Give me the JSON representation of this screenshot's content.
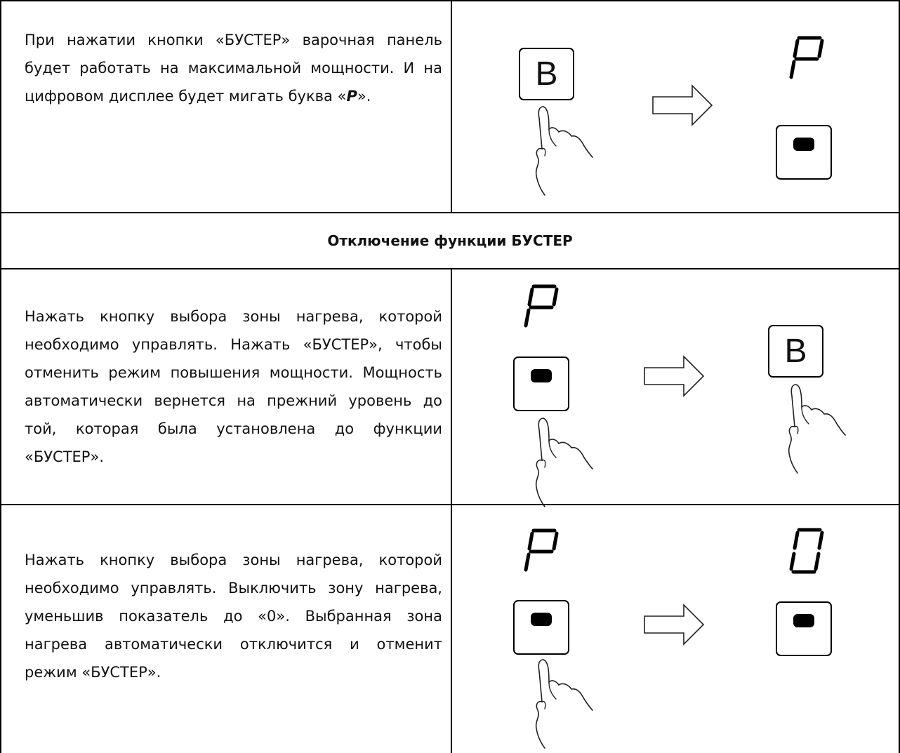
{
  "rows": [
    {
      "text_before": "При нажатии кнопки «БУСТЕР» варочная панель будет работать на максимальной мощности. И на цифровом дисплее будет мигать буква «",
      "text_em": "P",
      "text_after": "».",
      "illustration": {
        "before": {
          "key": "B",
          "finger": true
        },
        "after": {
          "display": "P",
          "key": "zone-indicator",
          "finger": false
        }
      }
    },
    {
      "header": "Отключение функции БУСТЕР"
    },
    {
      "text": "Нажать кнопку выбора зоны нагрева, которой необходимо управлять. Нажать «БУСТЕР», чтобы отменить режим повышения мощности. Мощность автоматически вернется на прежний уровень до той, которая была установлена до функции «БУСТЕР».",
      "illustration": {
        "before": {
          "display": "P",
          "key": "zone-indicator",
          "finger": true
        },
        "after": {
          "key": "B",
          "finger": true
        }
      }
    },
    {
      "text": "Нажать кнопку выбора зоны нагрева, которой необходимо управлять. Выключить зону нагрева, уменьшив показатель до «0». Выбранная зона нагрева автоматически отключится и отменит режим «БУСТЕР».",
      "illustration": {
        "before": {
          "display": "P",
          "key": "zone-indicator",
          "finger": true
        },
        "after": {
          "display": "0",
          "key": "zone-indicator",
          "finger": false
        }
      }
    }
  ],
  "key_b_label": "B",
  "icons": [
    "hand-pointer-icon",
    "right-arrow-icon",
    "seven-segment-p-icon",
    "seven-segment-0-icon"
  ]
}
